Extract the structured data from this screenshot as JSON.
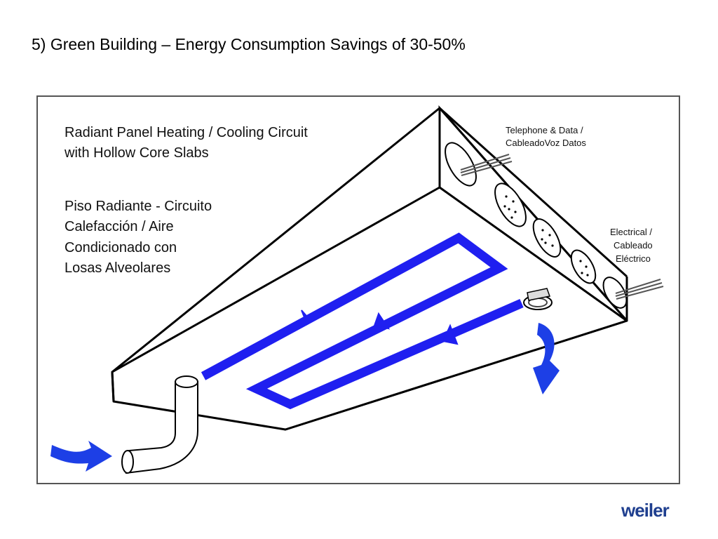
{
  "slide": {
    "title": "5) Green Building – Energy Consumption Savings of 30-50%"
  },
  "diagram": {
    "heading_en": [
      "Radiant Panel Heating / Cooling Circuit",
      "with Hollow Core Slabs"
    ],
    "heading_es": [
      "Piso Radiante - Circuito",
      "Calefacción / Aire",
      "Condicionado con",
      "Losas Alveolares"
    ],
    "telephone_label": [
      "Telephone & Data /",
      "CableadoVoz Datos"
    ],
    "electrical_label": [
      "Electrical /",
      "Cableado",
      "Eléctrico"
    ]
  },
  "brand": {
    "name": "weiler"
  },
  "colors": {
    "circuit_blue": "#1f1ff0",
    "arrow_blue": "#1d3fe6",
    "outline": "#000000",
    "frame": "#555555",
    "logo_blue": "#1f3f8f"
  },
  "icons": [
    "pipe-inlet-icon",
    "ceiling-diffuser-icon",
    "air-flow-arrow-icon",
    "cable-bundle-icon"
  ]
}
